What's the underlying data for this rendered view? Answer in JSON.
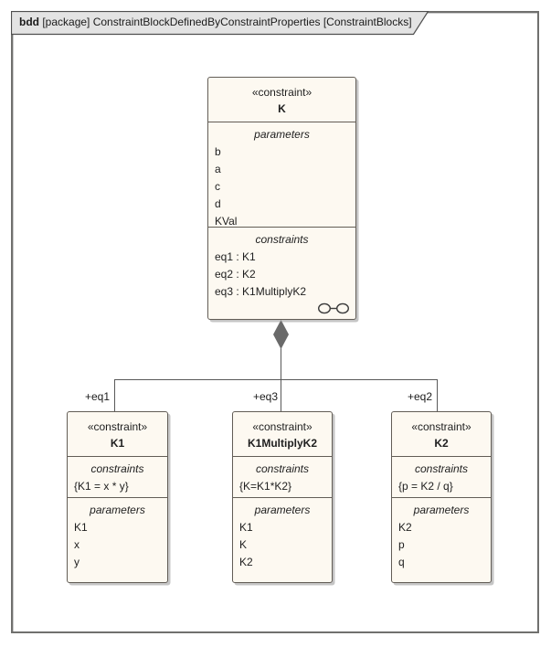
{
  "frame": {
    "heading_keyword": "bdd",
    "heading_rest": " [package] ConstraintBlockDefinedByConstraintProperties [ConstraintBlocks]"
  },
  "blocks": {
    "k": {
      "stereotype": "«constraint»",
      "name": "K",
      "parameters_label": "parameters",
      "parameters": [
        "b",
        "a",
        "c",
        "d",
        "KVal"
      ],
      "constraints_label": "constraints",
      "constraints": [
        "eq1 : K1",
        "eq2 : K2",
        "eq3 : K1MultiplyK2"
      ]
    },
    "k1": {
      "stereotype": "«constraint»",
      "name": "K1",
      "constraints_label": "constraints",
      "constraints": [
        "{K1 = x * y}"
      ],
      "parameters_label": "parameters",
      "parameters": [
        "K1",
        "x",
        "y"
      ]
    },
    "k1multiplyk2": {
      "stereotype": "«constraint»",
      "name": "K1MultiplyK2",
      "constraints_label": "constraints",
      "constraints": [
        "{K=K1*K2}"
      ],
      "parameters_label": "parameters",
      "parameters": [
        "K1",
        "K",
        "K2"
      ]
    },
    "k2": {
      "stereotype": "«constraint»",
      "name": "K2",
      "constraints_label": "constraints",
      "constraints": [
        "{p = K2 / q}"
      ],
      "parameters_label": "parameters",
      "parameters": [
        "K2",
        "p",
        "q"
      ]
    }
  },
  "connectors": {
    "eq1": {
      "label": "+eq1"
    },
    "eq3": {
      "label": "+eq3"
    },
    "eq2": {
      "label": "+eq2"
    }
  },
  "icons": {
    "composite_indicator": "composite-structure-indicator"
  },
  "colors": {
    "block_fill": "#FDF9F1",
    "block_border": "#625D56",
    "connector_line": "#595959",
    "diamond_fill": "#6A6A6A",
    "frame_tab_fill": "#E3E3E3",
    "frame_border": "#70706E",
    "text": "#1E1E1E"
  }
}
